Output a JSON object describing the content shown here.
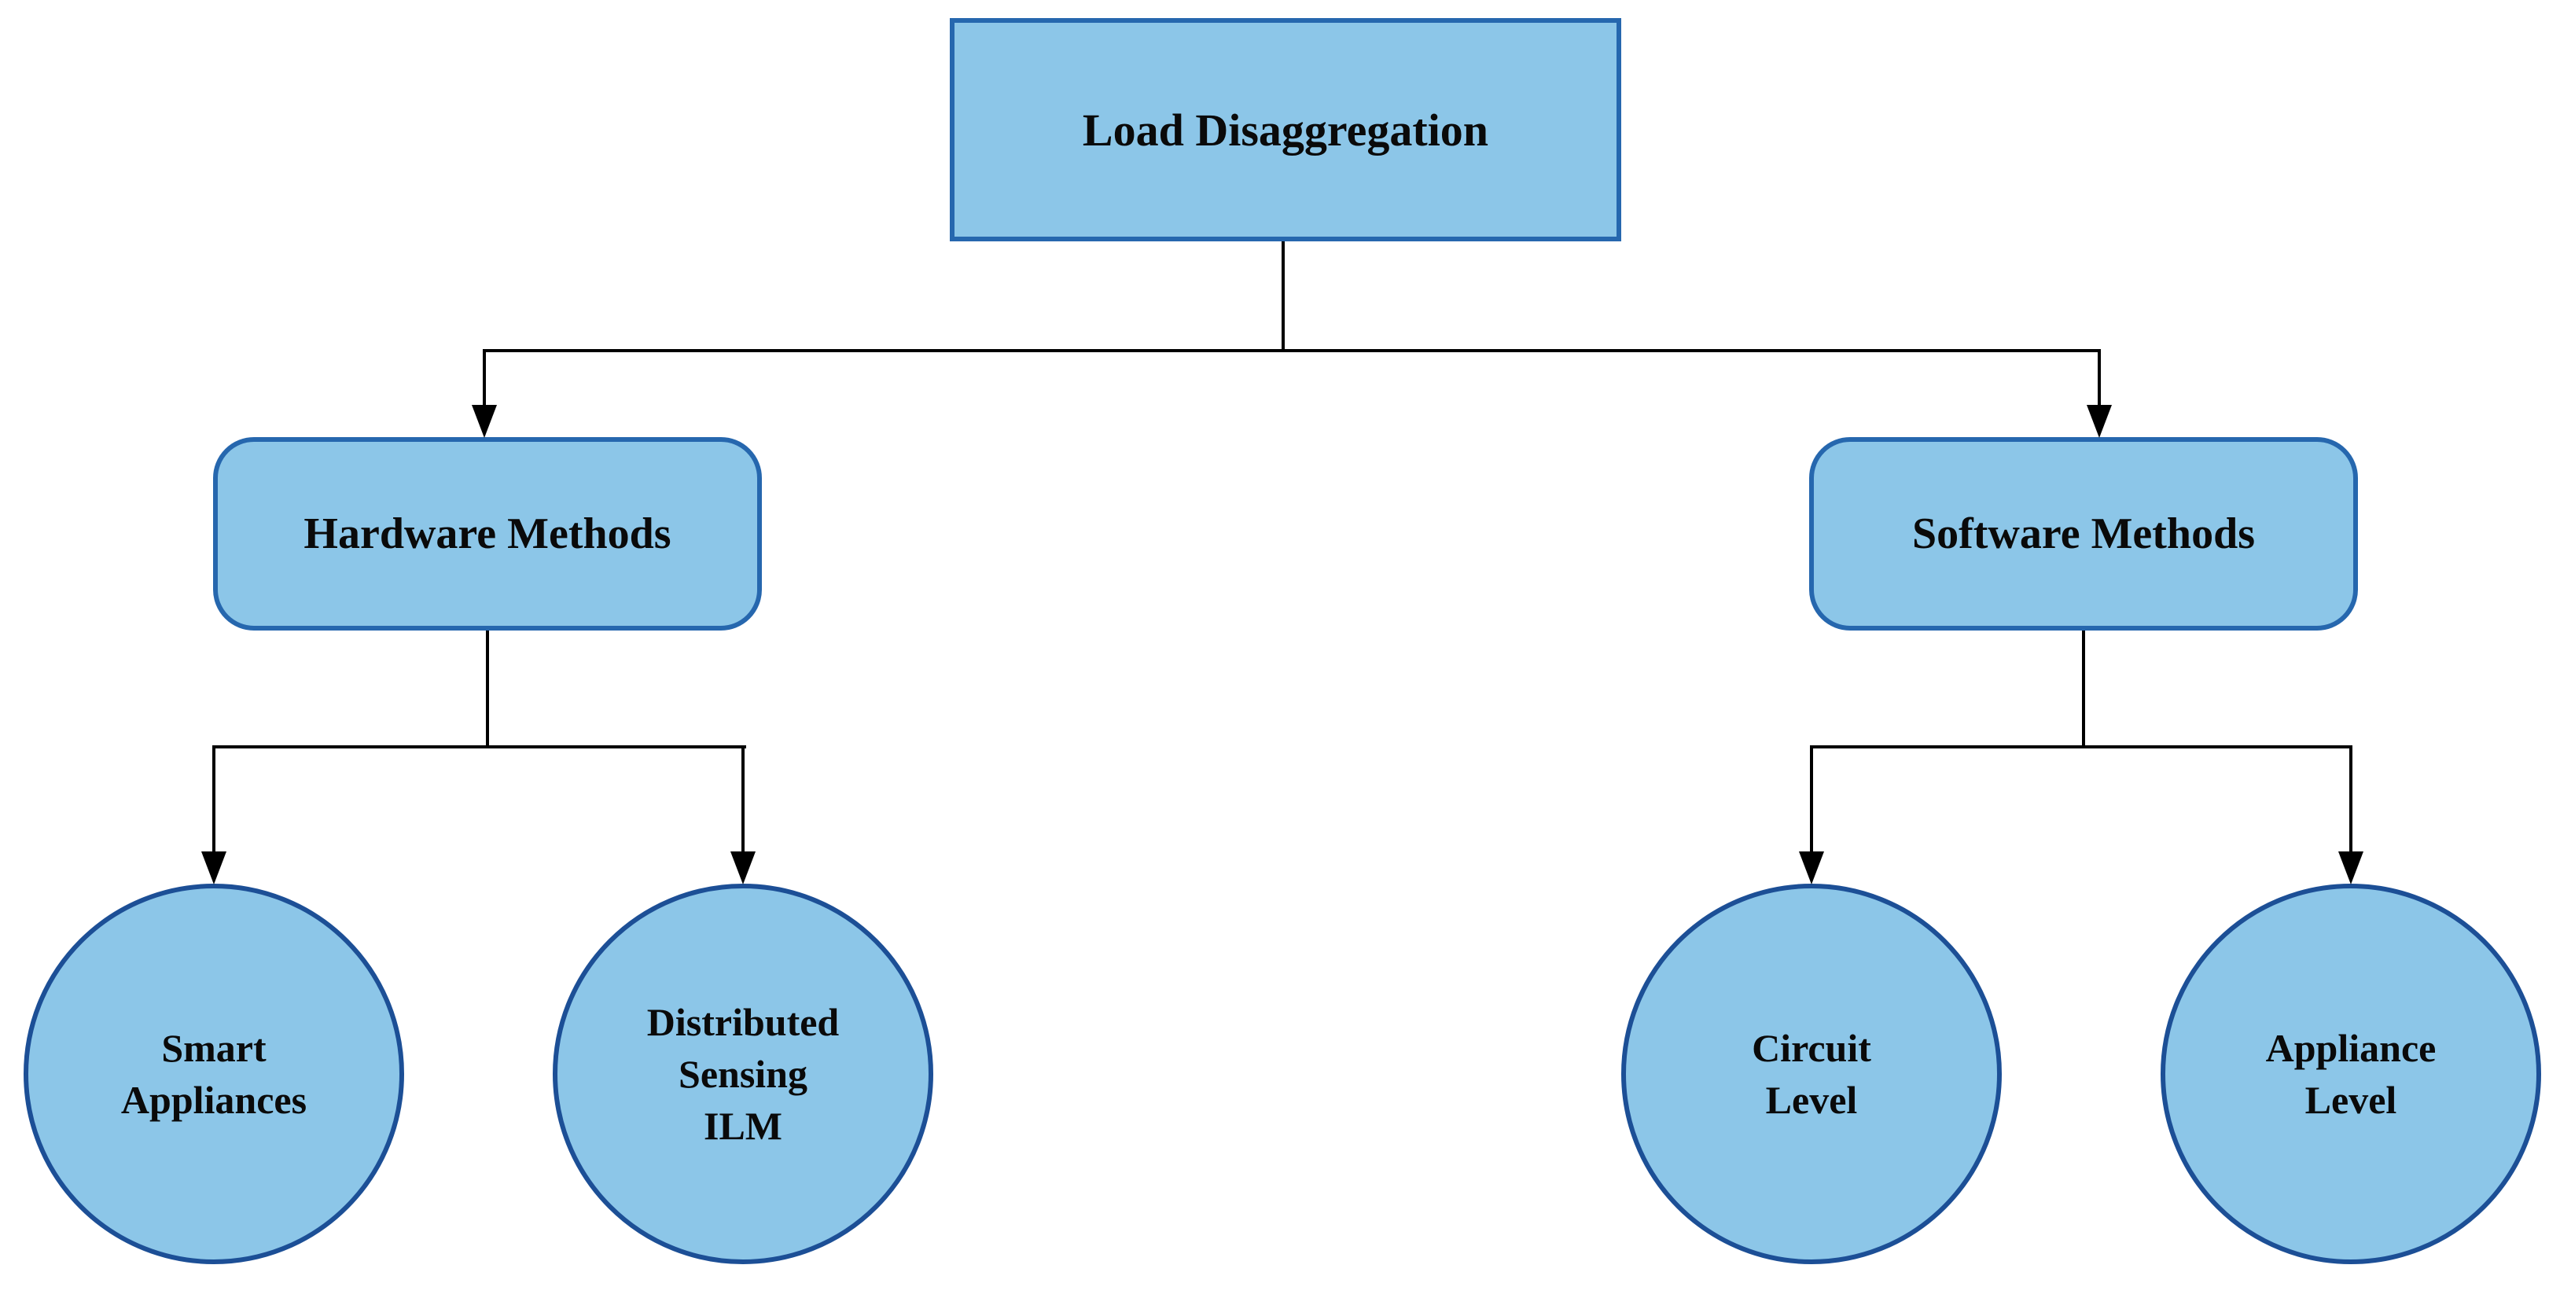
{
  "diagram": {
    "type": "flowchart-tree",
    "root": {
      "label": "Load Disaggregation"
    },
    "level2": [
      {
        "id": "hardware",
        "label": "Hardware Methods"
      },
      {
        "id": "software",
        "label": "Software Methods"
      }
    ],
    "leaves": [
      {
        "id": "smart-appliances",
        "parent": "hardware",
        "lines": [
          "Smart",
          "Appliances"
        ]
      },
      {
        "id": "distributed-sensing-ilm",
        "parent": "hardware",
        "lines": [
          "Distributed",
          "Sensing",
          "ILM"
        ]
      },
      {
        "id": "circuit-level",
        "parent": "software",
        "lines": [
          "Circuit",
          "Level"
        ]
      },
      {
        "id": "appliance-level",
        "parent": "software",
        "lines": [
          "Appliance",
          "Level"
        ]
      }
    ],
    "colors": {
      "node_fill": "#8CC6E8",
      "rect_border": "#2667AE",
      "circle_border": "#1C4F96",
      "connector_line": "#000000",
      "text": "#0a0a0a",
      "background": "#ffffff"
    }
  }
}
